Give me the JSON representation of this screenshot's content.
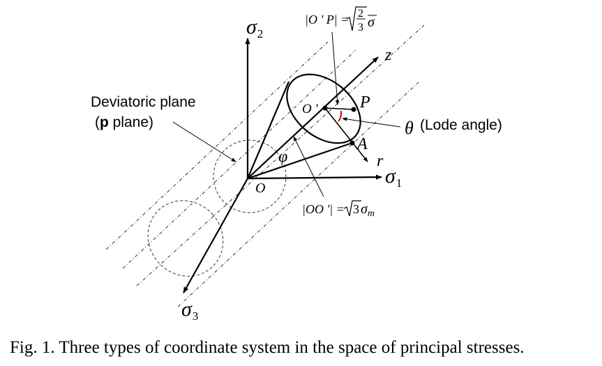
{
  "labels": {
    "sigma2": "σ",
    "sigma2_sub": "2",
    "sigma1": "σ",
    "sigma1_sub": "1",
    "sigma3": "σ",
    "sigma3_sub": "3",
    "z": "z",
    "r": "r",
    "P": "P",
    "A": "A",
    "O": "O",
    "O_prime": "O '",
    "phi": "φ",
    "theta": "θ",
    "lode": "(Lode angle)",
    "deviatoric_line1": "Deviatoric plane",
    "deviatoric_line2_bold": "p",
    "deviatoric_line2_rest": " plane)",
    "deviatoric_line2_open": "(",
    "op_lhs": "|O ' P| =",
    "op_frac_num": "2",
    "op_frac_den": "3",
    "op_sigma_bar": "σ",
    "oo_lhs": "|OO '| =",
    "oo_sqrt_arg": "3",
    "oo_sigma": "σ",
    "oo_sub": "m"
  },
  "caption": "Fig. 1.  Three types of coordinate system in the space of principal stresses."
}
